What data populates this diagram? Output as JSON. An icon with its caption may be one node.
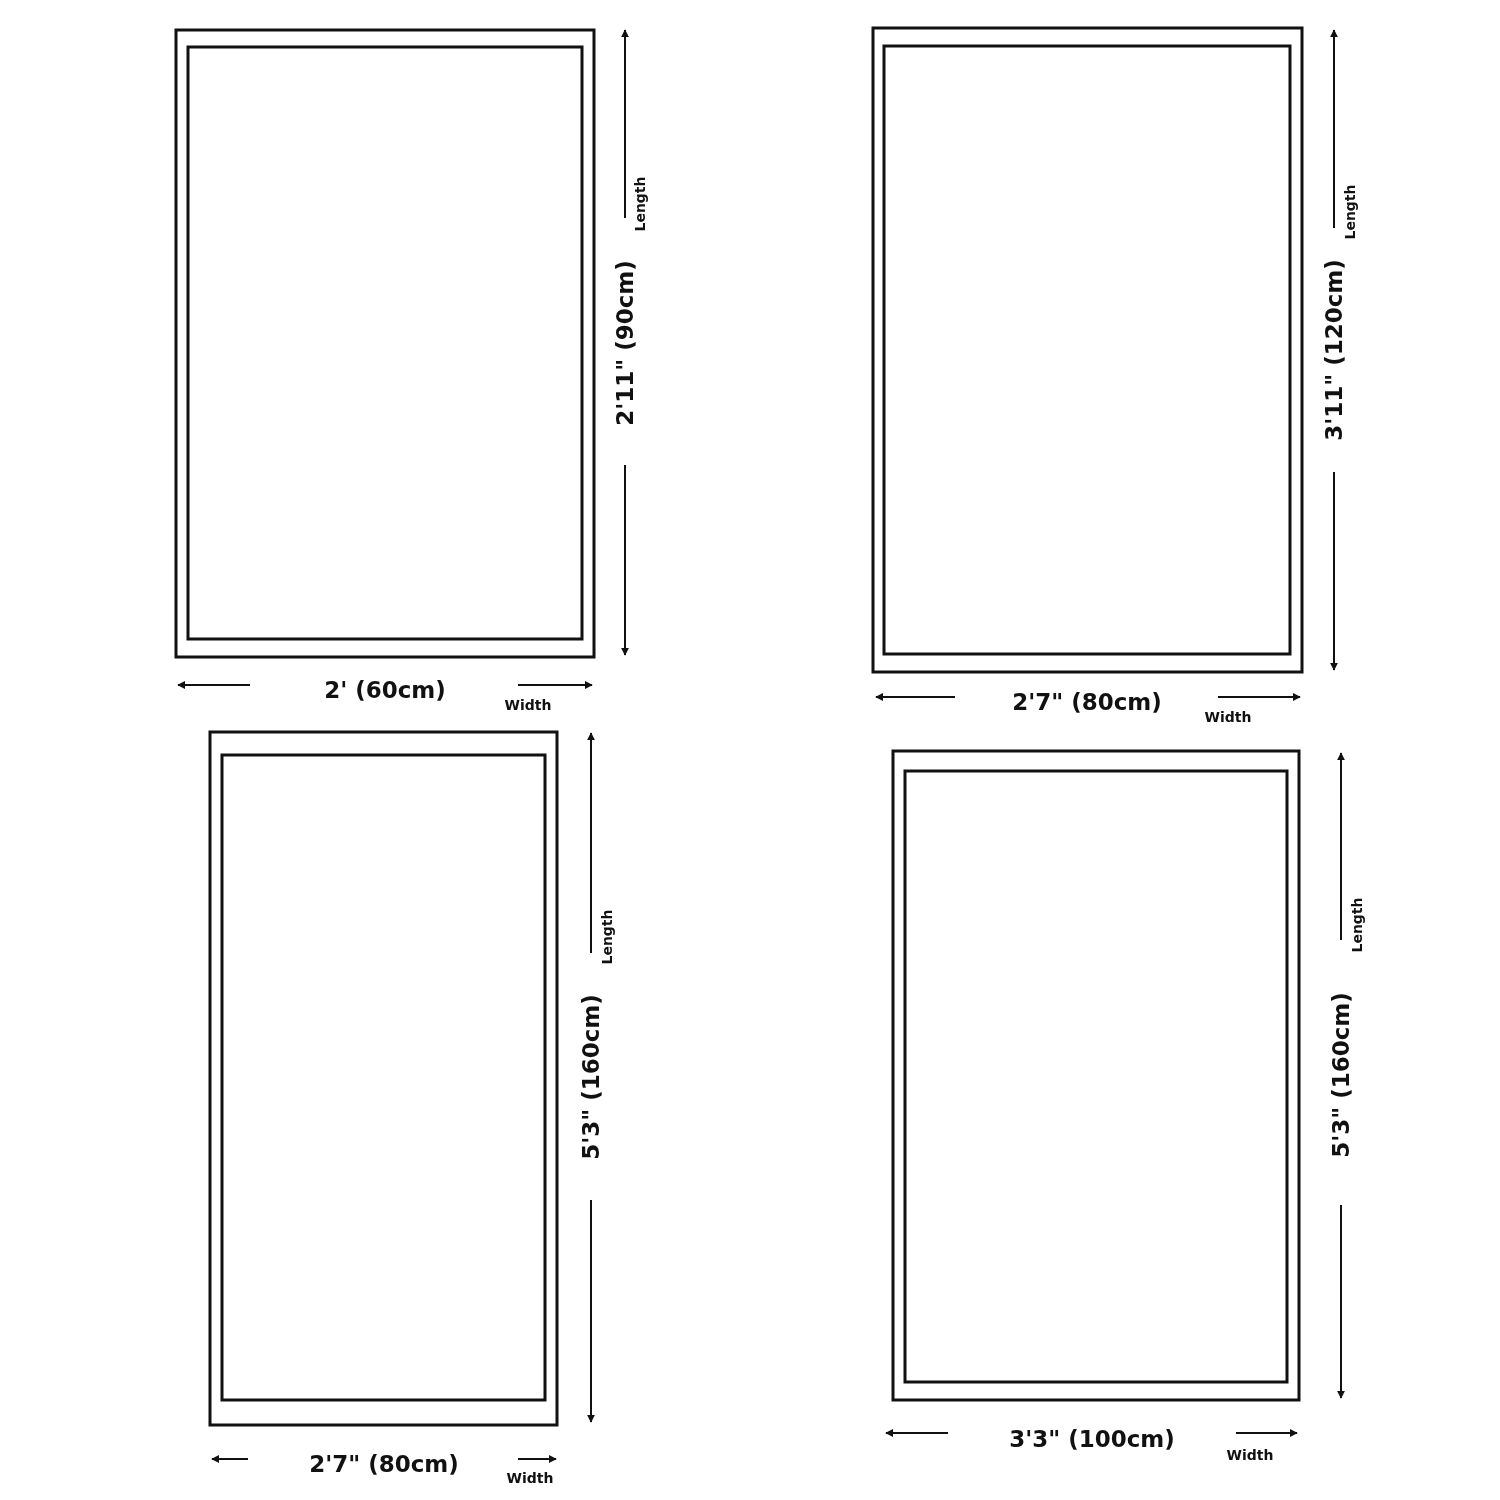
{
  "diagram": {
    "labels": [
      "Length",
      "2'11\" (90cm)",
      "2' (60cm)",
      "Width",
      "Length",
      "3'11\" (120cm)",
      "2'7\" (80cm)",
      "Width",
      "Length",
      "5'3\" (160cm)",
      "2'7\" (80cm)",
      "Width",
      "Length",
      "5'3\" (160cm)",
      "3'3\" (100cm)",
      "Width"
    ]
  }
}
